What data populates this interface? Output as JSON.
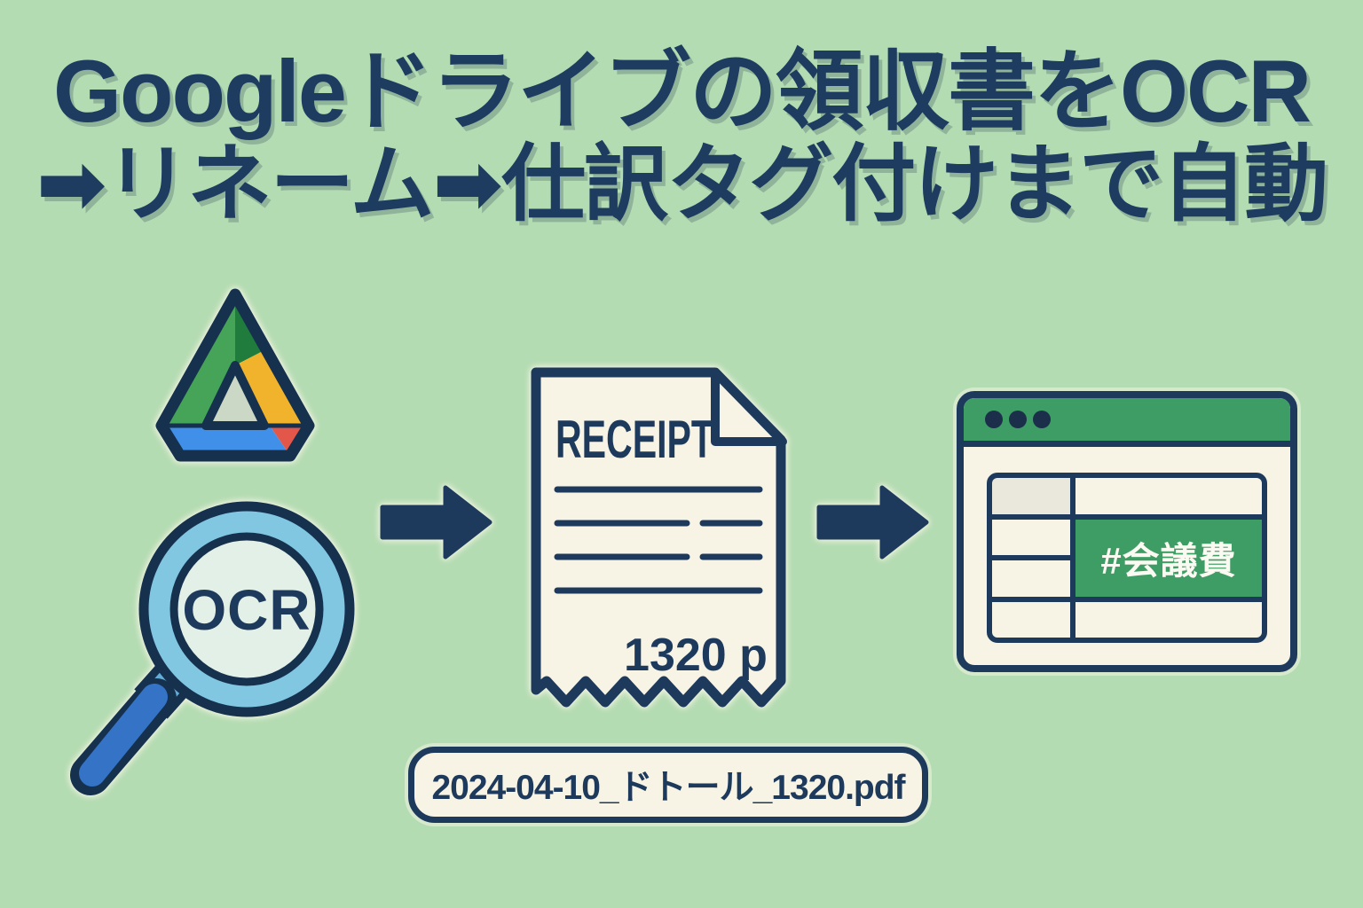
{
  "title": {
    "line1": "Googleドライブの領収書をOCR",
    "line2": "➡リネーム➡仕訳タグ付けまで自動"
  },
  "flow": {
    "source_icons": {
      "drive_icon_name": "google-drive-logo",
      "ocr_badge": {
        "label": "OCR"
      }
    },
    "arrow_icon_name": "right-block-arrow",
    "receipt": {
      "heading": "RECEIPT",
      "amount": "1320 p"
    },
    "renamed_file": {
      "filename": "2024-04-10_ドトール_1320.pdf"
    },
    "ledger_window": {
      "tag_label": "#会議費",
      "window_dots": 3
    }
  },
  "colors": {
    "background": "#b4dcb2",
    "ink_navy": "#1d3a5c",
    "cream": "#f7f4e6",
    "accent_green": "#3e9d64",
    "drive_logo": {
      "green": "#45a457",
      "dark_green": "#1f7c3d",
      "yellow": "#f1b32c",
      "blue": "#4090ea",
      "red": "#e2574a",
      "hole": "#ccd8c6"
    },
    "magnifier": {
      "ring": "#82c7e2",
      "lens": "#e3f0e7",
      "handle": "#3473c5"
    }
  }
}
